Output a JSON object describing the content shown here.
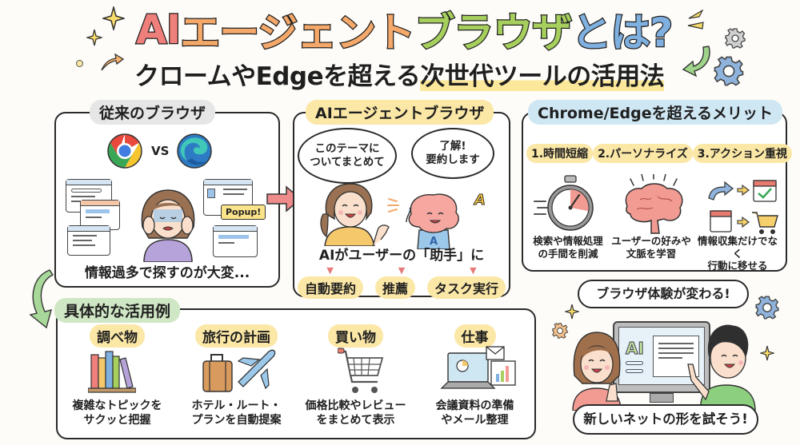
{
  "header": {
    "title_parts": [
      {
        "text": "AI",
        "color": "#ef7f7a"
      },
      {
        "text": "エージェント",
        "color": "#f4a86a"
      },
      {
        "text": "ブラウザ",
        "color": "#a6cf5e"
      },
      {
        "text": "とは?",
        "color": "#7fb0e0"
      }
    ],
    "subtitle_prefix": "クロームやEdgeを超える",
    "subtitle_highlight": "次世代ツールの活用法"
  },
  "traditional": {
    "label": "従来のブラウザ",
    "vs": "VS",
    "popup": "Popup!",
    "caption": "情報過多で探すのが大変..."
  },
  "agent": {
    "label": "AIエージェントブラウザ",
    "user_bubble": "このテーマに\nついてまとめて",
    "ai_bubble": "了解!\n要約します",
    "ai_letter": "A",
    "caption": "AIがユーザーの「助手」に",
    "features": [
      "自動要約",
      "推薦",
      "タスク実行"
    ]
  },
  "merits": {
    "label": "Chrome/Edgeを超えるメリット",
    "items": [
      {
        "title": "1.時間短縮",
        "icon": "stopwatch",
        "desc": "検索や情報処理\nの手間を削減"
      },
      {
        "title": "2.パーソナライズ",
        "icon": "brain",
        "desc": "ユーザーの好みや\n文脈を学習"
      },
      {
        "title": "3.アクション重視",
        "icon": "actions",
        "desc": "情報収集だけでなく\n行動に移せる"
      }
    ]
  },
  "use_cases": {
    "label": "具体的な活用例",
    "items": [
      {
        "title": "調べ物",
        "icon": "books",
        "desc": "複雑なトピックを\nサクッと把握"
      },
      {
        "title": "旅行の計画",
        "icon": "travel",
        "desc": "ホテル・ルート・\nプランを自動提案"
      },
      {
        "title": "買い物",
        "icon": "cart",
        "desc": "価格比較やレビュー\nをまとめて表示"
      },
      {
        "title": "仕事",
        "icon": "laptop",
        "desc": "会議資料の準備\nやメール整理"
      }
    ]
  },
  "closing": {
    "bubble_top": "ブラウザ体験が変わる!",
    "screen_label": "AI",
    "bubble_bottom": "新しいネットの形を試そう!"
  }
}
